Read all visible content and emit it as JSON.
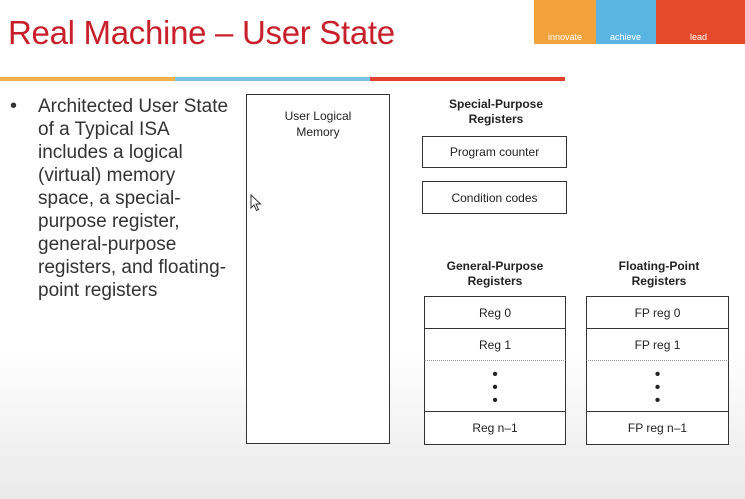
{
  "title": "Real Machine – User State",
  "logo": {
    "words": [
      "innovate",
      "achieve",
      "lead"
    ],
    "colors": [
      "#f2a23a",
      "#5bb5e3",
      "#e54b2b"
    ]
  },
  "divider_colors": [
    "#f4b04a",
    "#7cc3e8",
    "#e2432f"
  ],
  "bullet": {
    "symbol": "•",
    "text": "Architected User State of a Typical ISA includes a logical (virtual) memory space, a special-purpose register, general-purpose registers, and floating-point registers"
  },
  "diagram": {
    "memory_label": "User Logical Memory",
    "special_heading": "Special-Purpose Registers",
    "program_counter": "Program counter",
    "condition_codes": "Condition codes",
    "gp_heading": "General-Purpose Registers",
    "gp_regs": [
      "Reg 0",
      "Reg 1",
      "Reg n–1"
    ],
    "fp_heading": "Floating-Point Registers",
    "fp_regs": [
      "FP reg 0",
      "FP reg 1",
      "FP reg n–1"
    ],
    "ellipsis": "•\n•\n•"
  }
}
